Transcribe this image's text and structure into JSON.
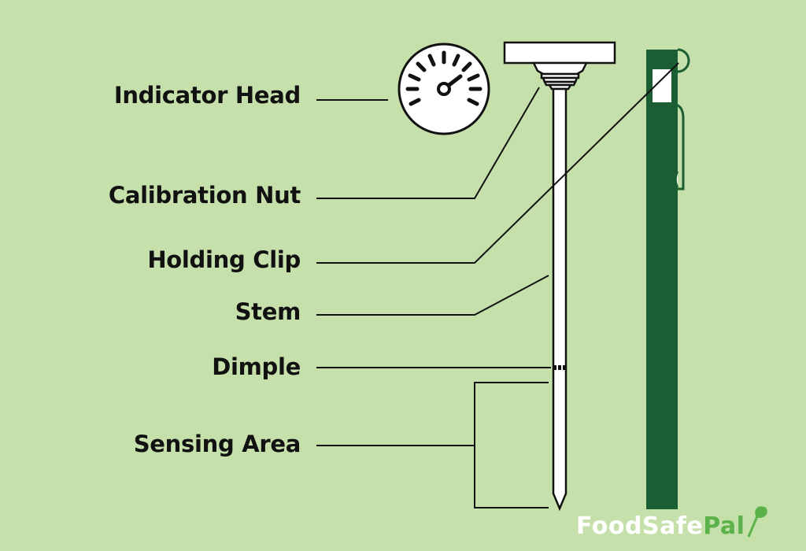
{
  "labels": {
    "indicator_head": "Indicator Head",
    "calibration_nut": "Calibration Nut",
    "holding_clip": "Holding Clip",
    "stem": "Stem",
    "dimple": "Dimple",
    "sensing_area": "Sensing Area"
  },
  "brand": {
    "name_main": "FoodSafe",
    "name_accent": "Pal"
  },
  "colors": {
    "background": "#c5e0ab",
    "sleeve": "#1b5e34",
    "outline": "#111111",
    "brand_accent": "#5bb24a"
  }
}
